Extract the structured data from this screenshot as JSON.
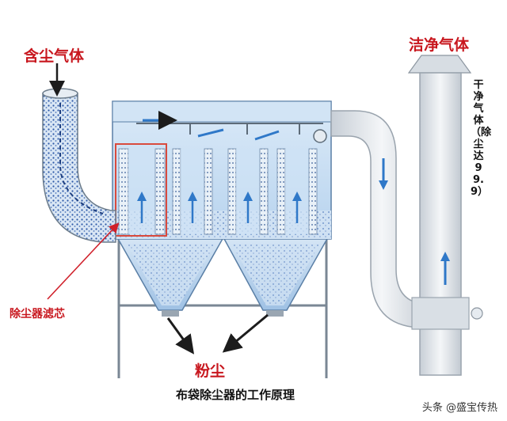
{
  "labels": {
    "dirty_gas": "含尘气体",
    "clean_gas": "洁净气体",
    "dry_gas": "干净气体（除尘达99.9）",
    "filter_core": "除尘器滤芯",
    "dust": "粉尘",
    "title": "布袋除尘器的工作原理",
    "watermark": "头条 @盛宝传热"
  },
  "colors": {
    "label_red": "#c8171e",
    "tank_blue": "#bcd9f2",
    "tank_edge": "#5a7fa6",
    "dust_blue": "#2e5aa8",
    "arrow_blue": "#2f78c8",
    "pipe_gray": "#dfe4ea",
    "frame_red": "#d94a3d"
  }
}
